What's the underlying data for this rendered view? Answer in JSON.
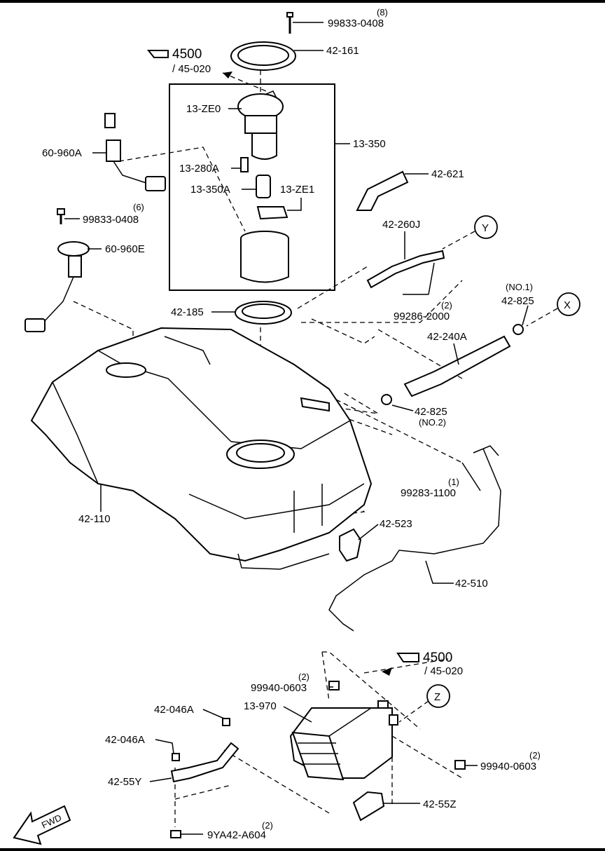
{
  "callouts": {
    "c_99833_0408_top": "99833-0408",
    "c_99833_0408_top_qty": "(8)",
    "c_42_161": "42-161",
    "ref_4500_top": "4500",
    "ref_45_020_top": "/ 45-020",
    "c_13_ze0": "13-ZE0",
    "c_60_960a": "60-960A",
    "c_13_280a": "13-280A",
    "c_13_350a": "13-350A",
    "c_13_ze1": "13-ZE1",
    "c_13_350": "13-350",
    "c_42_621": "42-621",
    "c_99833_0408_mid": "99833-0408",
    "c_99833_0408_mid_qty": "(6)",
    "c_60_960e": "60-960E",
    "c_42_260j": "42-260J",
    "marker_y": "Y",
    "c_99286_2000_qty": "(2)",
    "c_99286_2000": "99286-2000",
    "c_42_185": "42-185",
    "c_42_825_no1_tag": "(NO.1)",
    "c_42_825_no1": "42-825",
    "marker_x": "X",
    "c_42_240a": "42-240A",
    "c_42_825_no2": "42-825",
    "c_42_825_no2_tag": "(NO.2)",
    "c_42_110": "42-110",
    "c_99283_1100_qty": "(1)",
    "c_99283_1100": "99283-1100",
    "c_42_523": "42-523",
    "c_42_510": "42-510",
    "ref_4500_bot": "4500",
    "ref_45_020_bot": "/ 45-020",
    "c_99940_0603_a_qty": "(2)",
    "c_99940_0603_a": "99940-0603",
    "c_13_970": "13-970",
    "marker_z": "Z",
    "c_42_046a_a": "42-046A",
    "c_42_046a_b": "42-046A",
    "c_42_55y": "42-55Y",
    "c_99940_0603_b_qty": "(2)",
    "c_99940_0603_b": "99940-0603",
    "c_42_55z": "42-55Z",
    "c_9ya42_qty": "(2)",
    "c_9ya42": "9YA42-A604",
    "fwd": "FWD"
  }
}
